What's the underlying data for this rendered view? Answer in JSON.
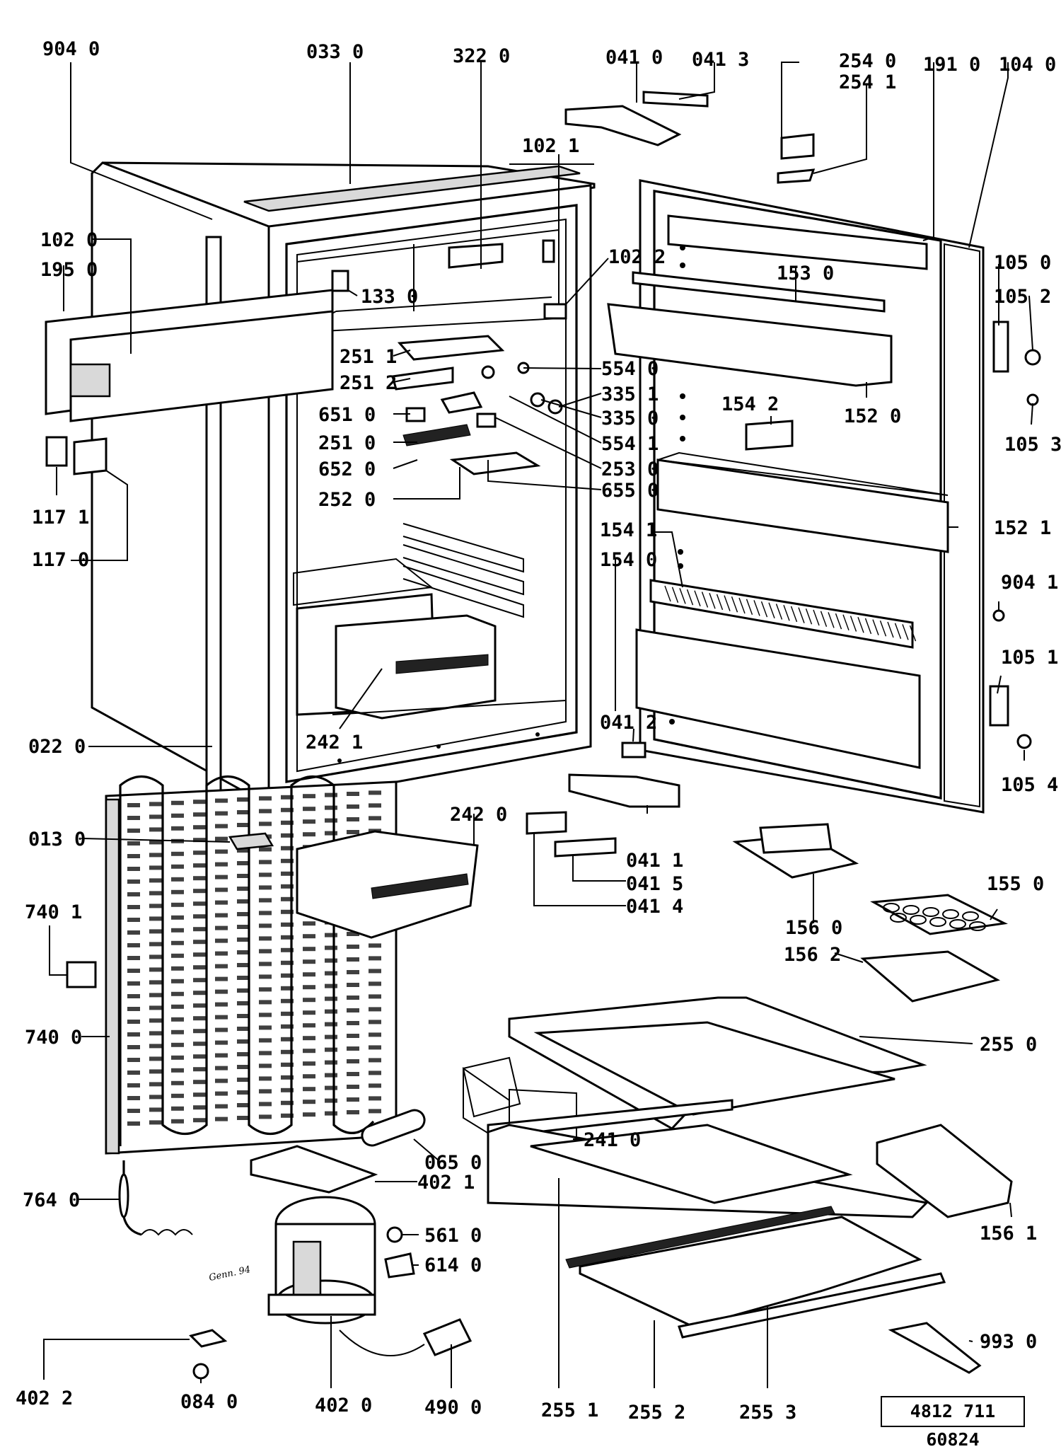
{
  "document_number": "4812 711 60824",
  "signature": "Genn. 94",
  "part_labels": [
    "904 0",
    "033 0",
    "322 0",
    "041 0",
    "041 3",
    "254 0",
    "254 1",
    "191 0",
    "104 0",
    "102 1",
    "102 0",
    "195 0",
    "102 2",
    "105 0",
    "133 0",
    "153 0",
    "105 2",
    "251 1",
    "554 0",
    "251 2",
    "335 1",
    "651 0",
    "335 0",
    "154 2",
    "152 0",
    "105 3",
    "251 0",
    "554 1",
    "652 0",
    "253 0",
    "655 0",
    "252 0",
    "154 1",
    "152 1",
    "117 1",
    "154 0",
    "904 1",
    "117 0",
    "105 1",
    "242 1",
    "041 2",
    "022 0",
    "105 4",
    "242 0",
    "013 0",
    "041 1",
    "041 5",
    "041 4",
    "740 1",
    "156 0",
    "155 0",
    "156 2",
    "740 0",
    "255 0",
    "241 0",
    "065 0",
    "402 1",
    "764 0",
    "156 1",
    "561 0",
    "614 0",
    "993 0",
    "402 2",
    "084 0",
    "402 0",
    "490 0",
    "255 1",
    "255 2",
    "255 3"
  ]
}
